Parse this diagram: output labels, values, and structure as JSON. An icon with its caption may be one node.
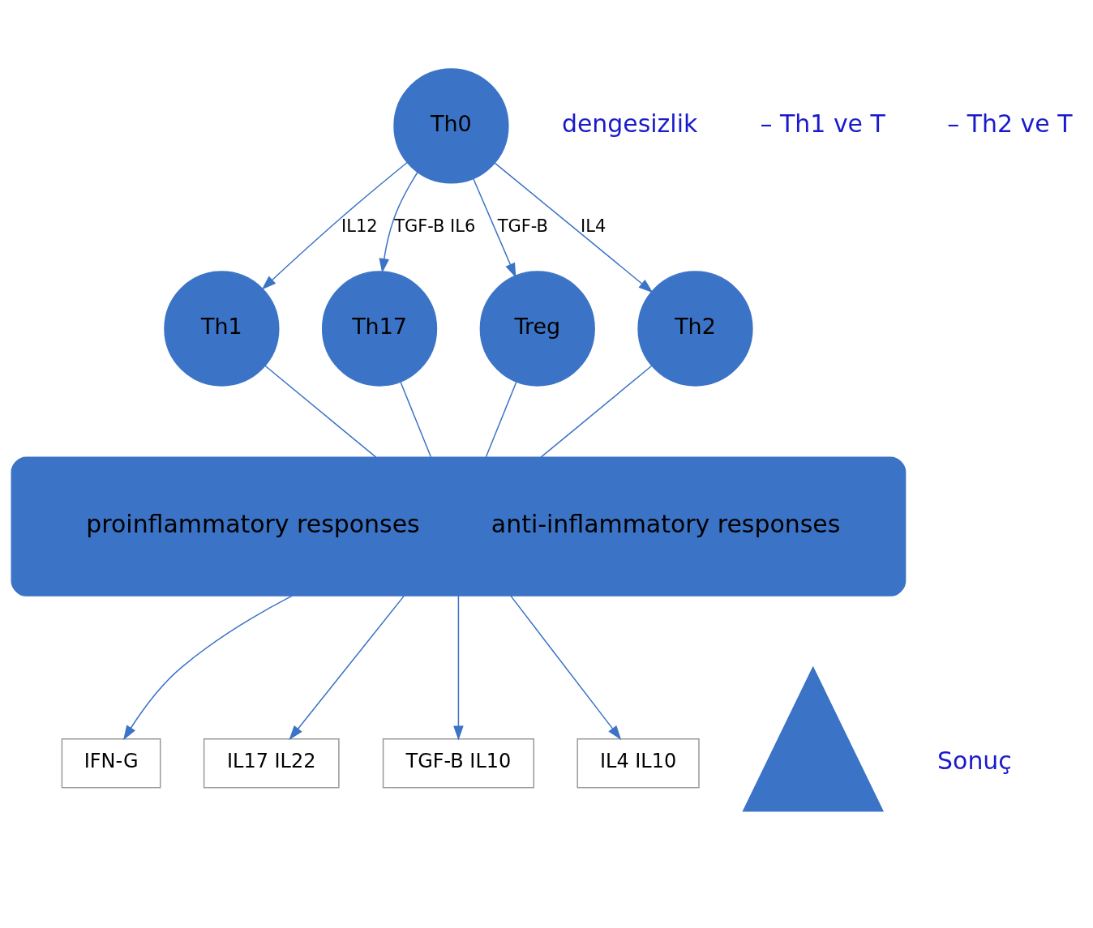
{
  "diagram": {
    "nodes": [
      {
        "text": [
          "Th0"
        ]
      },
      {
        "text": [
          "Th1"
        ]
      },
      {
        "text": [
          "Th17"
        ]
      },
      {
        "text": [
          "Treg"
        ]
      },
      {
        "text": [
          "Th2"
        ]
      },
      {
        "text": [
          "proinflammatory responses",
          "anti-inflammatory responses"
        ]
      },
      {
        "text": [
          "IFN-G"
        ]
      },
      {
        "text": [
          "IL17 IL22"
        ]
      },
      {
        "text": [
          "TGF-B IL10"
        ]
      },
      {
        "text": [
          "IL4 IL10"
        ]
      },
      {
        "text": [],
        "shape": "triangle"
      }
    ],
    "edges": [
      {
        "from": 0,
        "to": 1,
        "arrow": "to",
        "label": "IL12"
      },
      {
        "from": 0,
        "to": 2,
        "arrow": "to",
        "label": "TGF-B IL6"
      },
      {
        "from": 0,
        "to": 3,
        "arrow": "to",
        "label": "TGF-B"
      },
      {
        "from": 0,
        "to": 4,
        "arrow": "to",
        "label": "IL4"
      },
      {
        "from": 1,
        "to": 5,
        "arrow": "none"
      },
      {
        "from": 2,
        "to": 5,
        "arrow": "none"
      },
      {
        "from": 3,
        "to": 5,
        "arrow": "none"
      },
      {
        "from": 4,
        "to": 5,
        "arrow": "none"
      },
      {
        "from": 5,
        "to": 6,
        "arrow": "to"
      },
      {
        "from": 5,
        "to": 7,
        "arrow": "to"
      },
      {
        "from": 5,
        "to": 8,
        "arrow": "to"
      },
      {
        "from": 5,
        "to": 9,
        "arrow": "to"
      }
    ],
    "labels": [
      "dengesizlik",
      "– Th1 ve T",
      "– Th2 ve T",
      "Sonuç"
    ]
  }
}
